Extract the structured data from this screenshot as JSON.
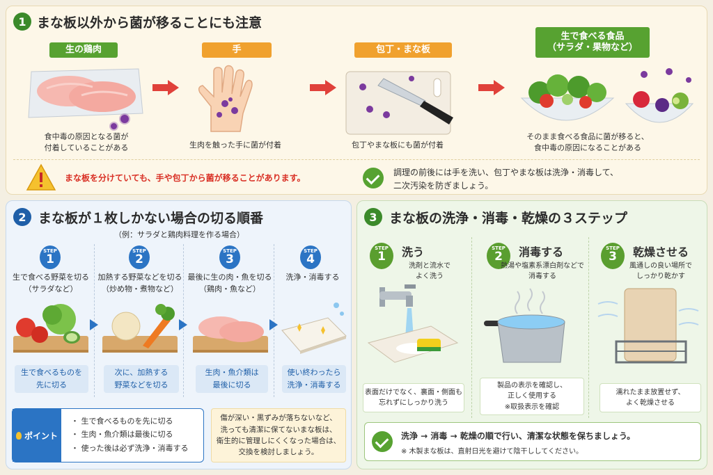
{
  "section1": {
    "number": "1",
    "title": "まな板以外から菌が移ることにも注意",
    "steps": [
      {
        "label": "生の鶏肉",
        "caption": "食中毒の原因となる菌が\n付着していることがある"
      },
      {
        "label": "手",
        "caption": "生肉を触った手に菌が付着"
      },
      {
        "label": "包丁・まな板",
        "caption": "包丁やまな板にも菌が付着"
      },
      {
        "label": "生で食べる食品\n（サラダ・果物など）",
        "caption": "そのまま食べる食品に菌が移ると、\n食中毒の原因になることがある"
      }
    ],
    "warning": "まな板を分けていても、手や包丁から菌が移ることがあります。",
    "advice": "調理の前後には手を洗い、包丁やまな板は洗浄・消毒して、\n二次汚染を防ぎましょう。"
  },
  "section2": {
    "number": "2",
    "title": "まな板が１枚しかない場合の切る順番",
    "subtitle": "（例：サラダと鶏肉料理を作る場合）",
    "steps": [
      {
        "badge": "STEP",
        "num": "1",
        "head": "生で食べる野菜を切る\n（サラダなど）",
        "note": "生で食べるものを\n先に切る"
      },
      {
        "badge": "STEP",
        "num": "2",
        "head": "加熱する野菜などを切る\n（炒め物・煮物など）",
        "note": "次に、加熱する\n野菜などを切る"
      },
      {
        "badge": "STEP",
        "num": "3",
        "head": "最後に生の肉・魚を切る\n（鶏肉・魚など）",
        "note": "生肉・魚介類は\n最後に切る"
      },
      {
        "badge": "STEP",
        "num": "4",
        "head": "洗浄・消毒する",
        "note": "使い終わったら\n洗浄・消毒する"
      }
    ],
    "point_label": "ポイント",
    "points": [
      "・ 生で食べるものを先に切る",
      "・ 生肉・魚介類は最後に切る",
      "・ 使った後は必ず洗浄・消毒する"
    ],
    "tip": "傷が深い・黒ずみが落ちないなど、\n洗っても清潔に保てないまな板は、\n衛生的に管理しにくくなった場合は、\n交換を検討しましょう。"
  },
  "section3": {
    "number": "3",
    "title": "まな板の洗浄・消毒・乾燥の３ステップ",
    "steps": [
      {
        "badge": "STEP",
        "num": "1",
        "name": "洗う",
        "desc": "洗剤と流水で\nよく洗う",
        "note": "表面だけでなく、裏面・側面も\n忘れずにしっかり洗う"
      },
      {
        "badge": "STEP",
        "num": "2",
        "name": "消毒する",
        "desc": "熱湯や塩素系漂白剤などで\n消毒する",
        "note": "製品の表示を確認し、\n正しく使用する\n※取扱表示を確認"
      },
      {
        "badge": "STEP",
        "num": "3",
        "name": "乾燥させる",
        "desc": "風通しの良い場所で\nしっかり乾かす",
        "note": "濡れたまま放置せず、\nよく乾燥させる"
      }
    ],
    "summary": "洗浄 → 消毒 → 乾燥の順で行い、清潔な状態を保ちましょう。",
    "summary_note": "※ 木製まな板は、直射日光を避けて陰干ししてください。"
  },
  "colors": {
    "red": "#e0413a",
    "green": "#57a231",
    "orange": "#f0a12e",
    "blue": "#1f5fa8",
    "step_blue": "#2b74c4",
    "step_green": "#5a9e2f"
  }
}
